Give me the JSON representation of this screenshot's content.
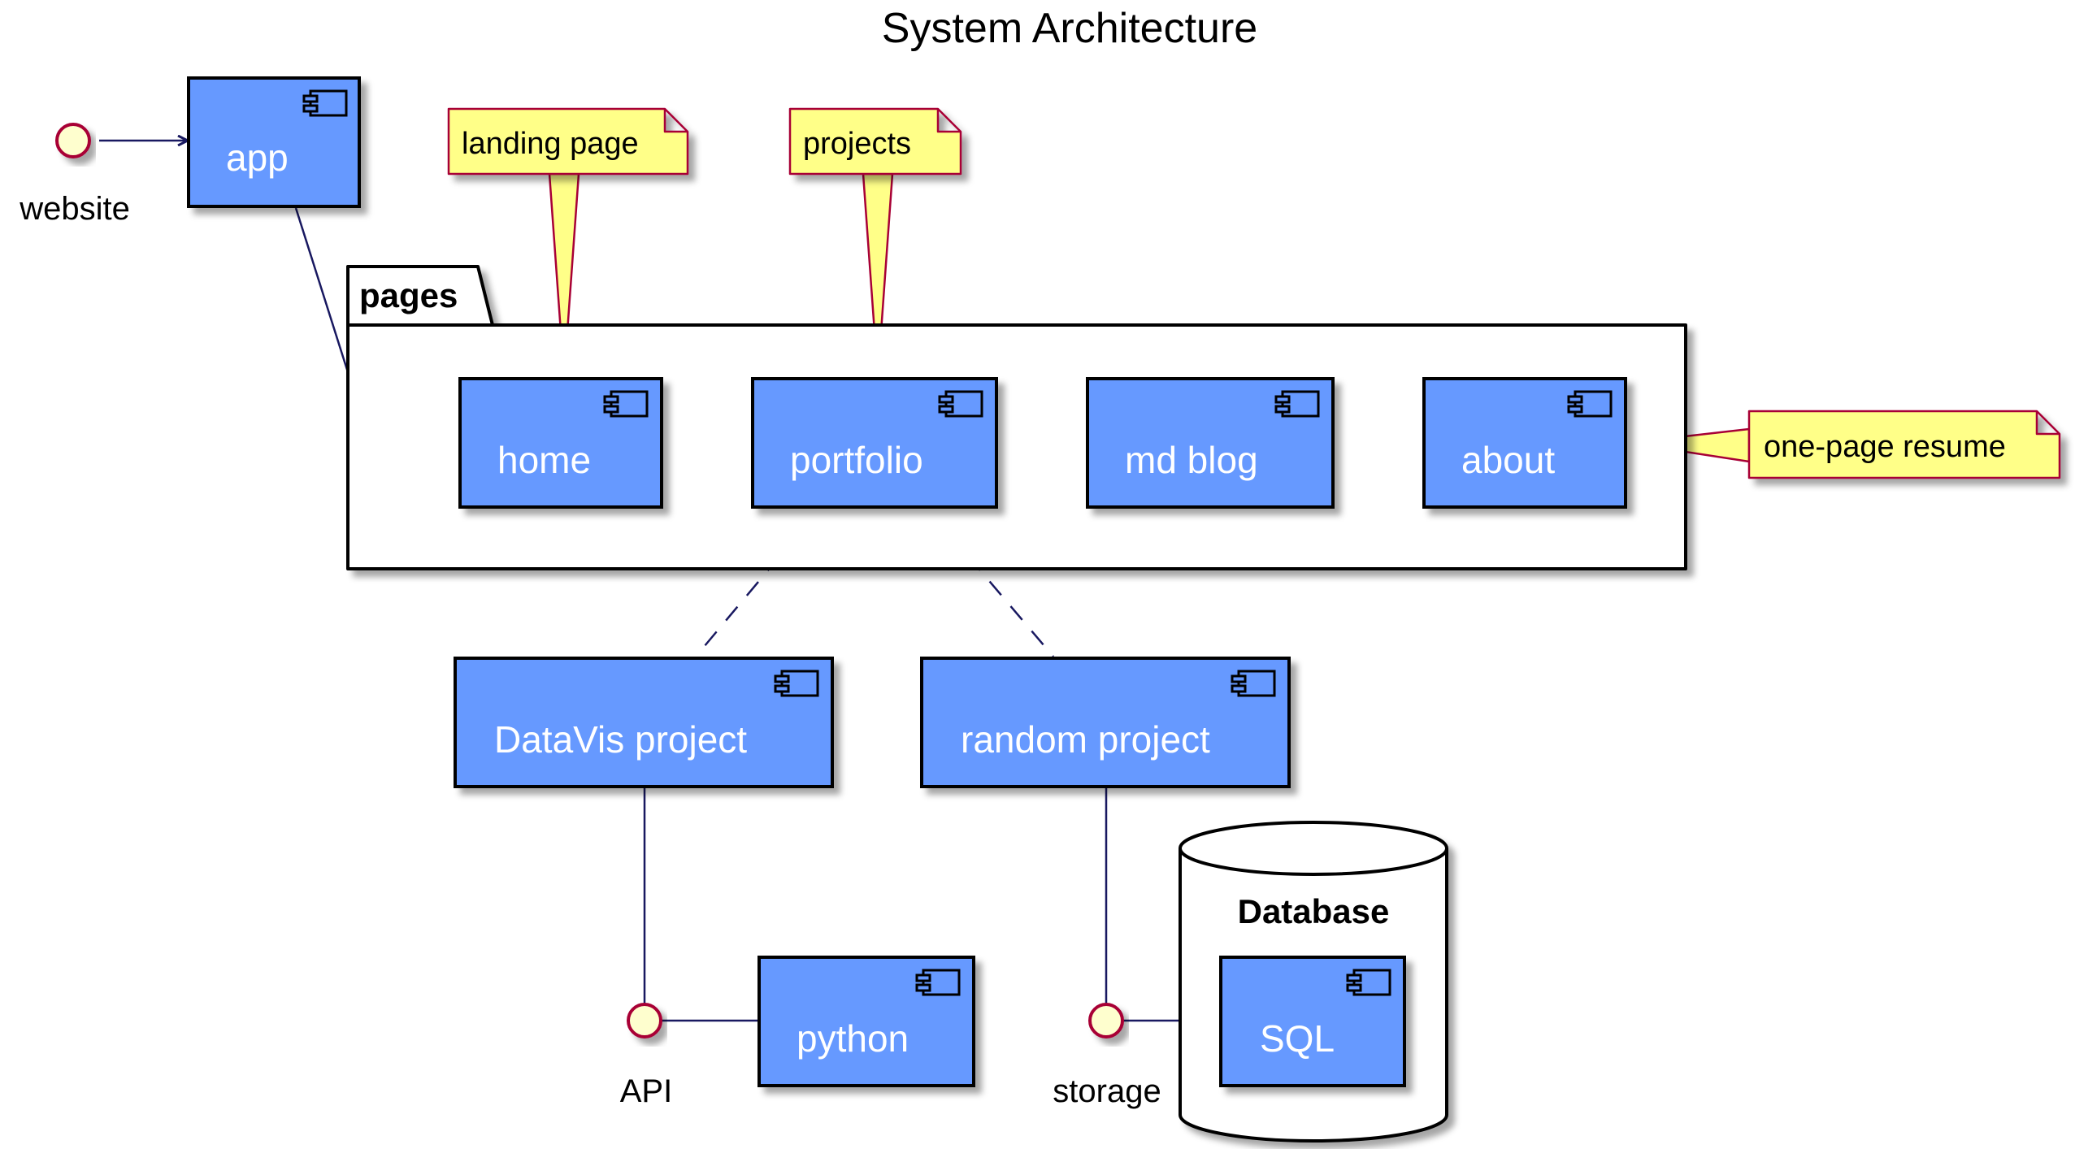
{
  "title": "System Architecture",
  "colors": {
    "component_fill": "#6699FF",
    "component_text": "#FFFFFF",
    "note_fill": "#FFFF88",
    "note_border": "#A80036",
    "interface_fill": "#FEFECE",
    "interface_border": "#A80036",
    "arrow": "#181860",
    "shadow": "#C8C8C8"
  },
  "interfaces": {
    "website": "website",
    "api": "API",
    "storage": "storage"
  },
  "components": {
    "app": "app",
    "home": "home",
    "portfolio": "portfolio",
    "md_blog": "md blog",
    "about": "about",
    "datavis": "DataVis project",
    "random": "random project",
    "python": "python",
    "sql": "SQL"
  },
  "package": {
    "label": "pages"
  },
  "database": {
    "label": "Database"
  },
  "notes": {
    "landing": "landing page",
    "projects": "projects",
    "resume": "one-page resume"
  }
}
